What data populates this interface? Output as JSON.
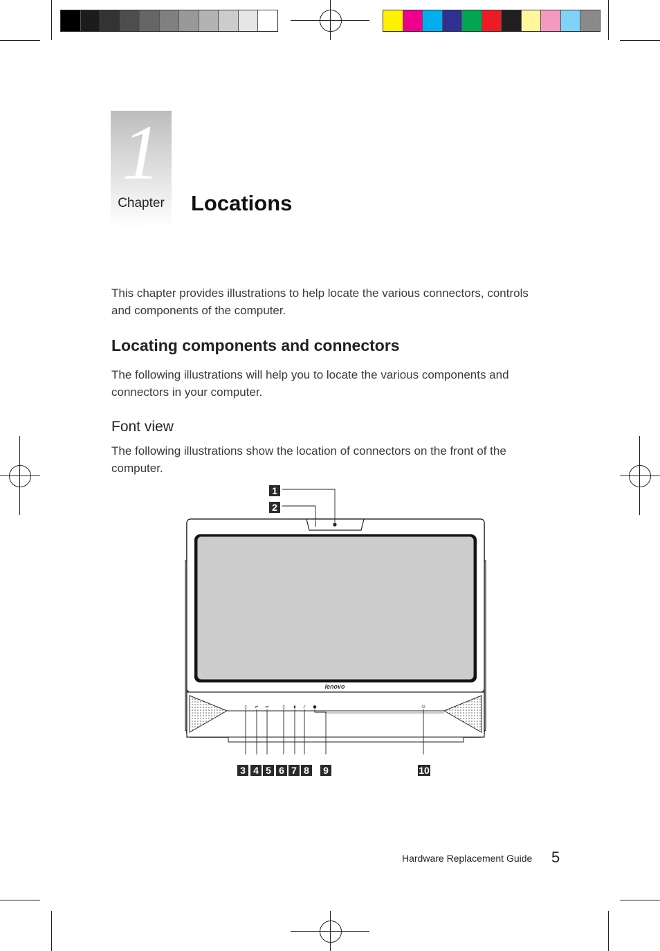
{
  "chapter": {
    "number": "1",
    "label": "Chapter",
    "title": "Locations"
  },
  "intro": {
    "line1": "This chapter provides illustrations to help locate the various connectors, controls",
    "line2": "and components of the computer."
  },
  "section": {
    "heading": "Locating components and connectors",
    "line1": "The following illustrations will help you to locate the various components and",
    "line2": "connectors in your computer."
  },
  "subsection": {
    "heading": "Font view",
    "line1": "The following illustrations show the location of connectors on the front of the",
    "line2": "computer."
  },
  "figure": {
    "brand_logo": "lenovo",
    "callouts": [
      "1",
      "2",
      "3",
      "4",
      "5",
      "6",
      "7",
      "8",
      "9",
      "10"
    ]
  },
  "footer": {
    "guide_title": "Hardware Replacement Guide",
    "page_number": "5"
  },
  "colors": {
    "grayscale_bar": [
      "#000000",
      "#1c1c1c",
      "#333333",
      "#4d4d4d",
      "#666666",
      "#808080",
      "#999999",
      "#b3b3b3",
      "#cccccc",
      "#e6e6e6",
      "#ffffff"
    ],
    "color_bar": [
      "#fff200",
      "#ec008c",
      "#00aeef",
      "#2e3192",
      "#00a651",
      "#ed1c24",
      "#231f20",
      "#fff799",
      "#f49ac1",
      "#7fd3f7",
      "#8a8a8a"
    ]
  }
}
